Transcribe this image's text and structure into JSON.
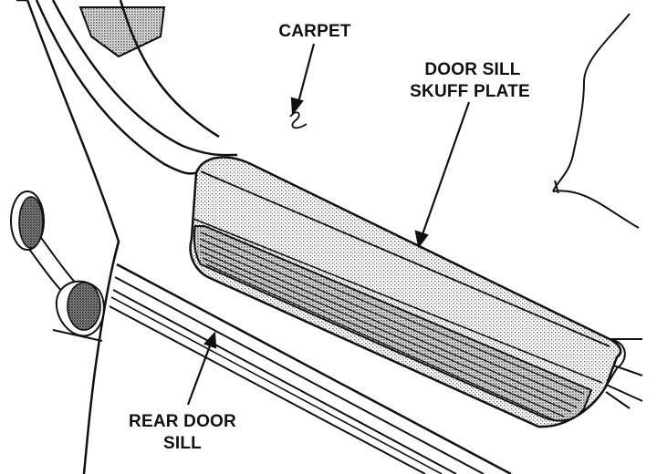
{
  "labels": {
    "carpet": "CARPET",
    "door_sill_line1": "DOOR SILL",
    "door_sill_line2": "SKUFF PLATE",
    "rear_door_line1": "REAR DOOR",
    "rear_door_line2": "SILL"
  },
  "colors": {
    "ink": "#111111",
    "stipple": "#8a8a8a",
    "paper": "#ffffff"
  }
}
